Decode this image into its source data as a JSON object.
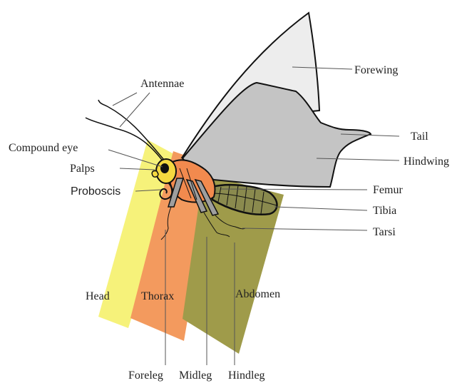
{
  "colors": {
    "head_region": "#f6f27a",
    "thorax_region": "#f39a5e",
    "abdomen_region": "#9f9b4a",
    "forewing": "#ededed",
    "hindwing": "#c4c4c4",
    "abdomen_fill": "#8a8a4e",
    "head_fill": "#f4d940",
    "thorax_fill": "#f28a4e",
    "leg_fill": "#9e9e9e",
    "outline": "#111111"
  },
  "labels": {
    "antennae": "Antennae",
    "compound_eye": "Compound eye",
    "palps": "Palps",
    "proboscis": "Proboscis",
    "forewing": "Forewing",
    "tail": "Tail",
    "hindwing": "Hindwing",
    "femur": "Femur",
    "tibia": "Tibia",
    "tarsi": "Tarsi",
    "head": "Head",
    "thorax": "Thorax",
    "abdomen": "Abdomen",
    "foreleg": "Foreleg",
    "midleg": "Midleg",
    "hindleg": "Hindleg"
  }
}
